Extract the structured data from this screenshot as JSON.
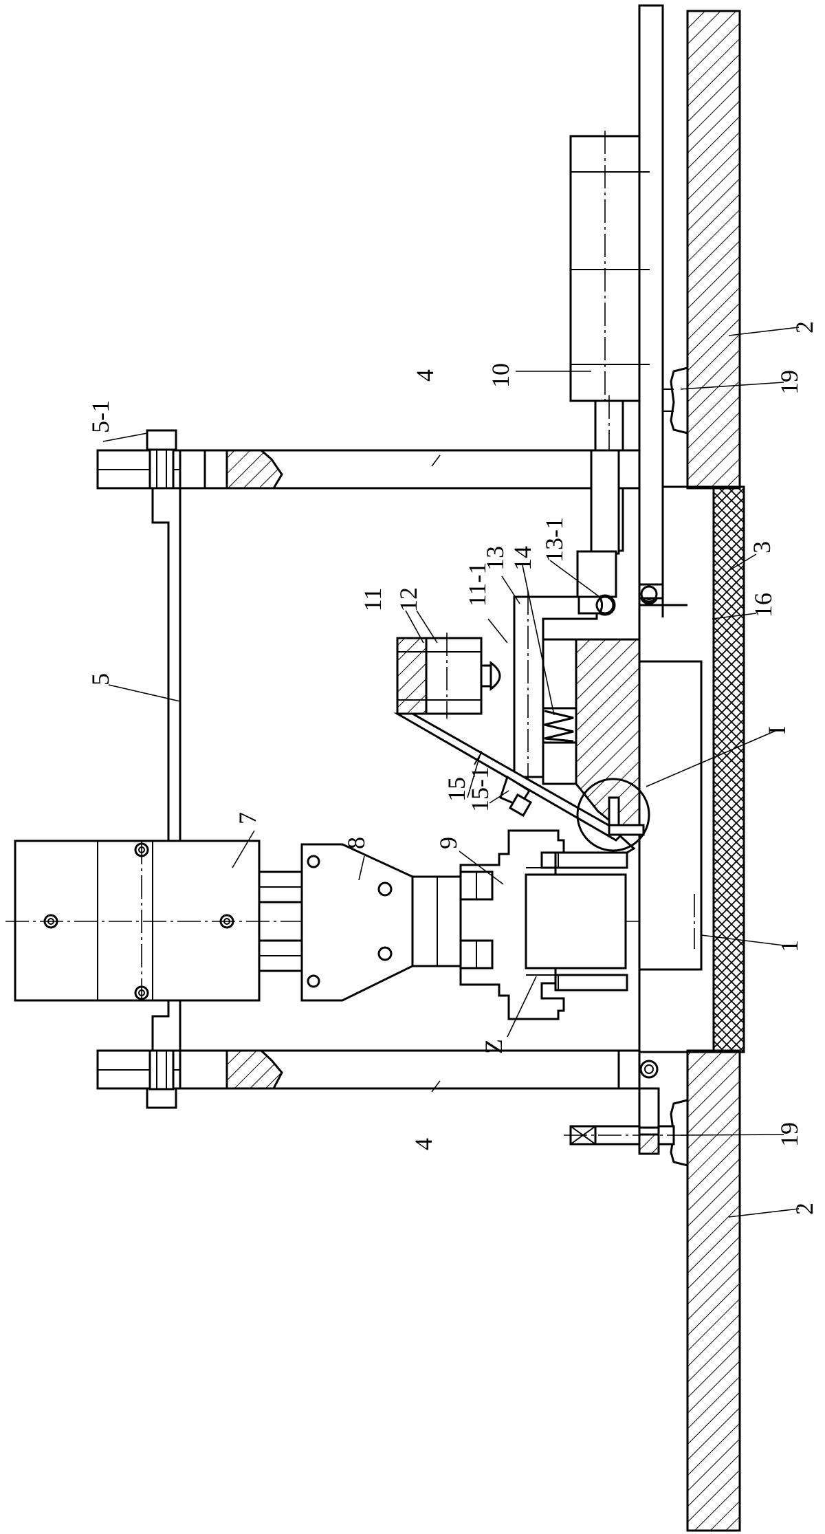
{
  "labels": {
    "l_2a": "2",
    "l_2b": "2",
    "l_3": "3",
    "l_4a": "4",
    "l_4b": "4",
    "l_5": "5",
    "l_5_1": "5-1",
    "l_7": "7",
    "l_8": "8",
    "l_9": "9",
    "l_10": "10",
    "l_11": "11",
    "l_11_1": "11-1",
    "l_12": "12",
    "l_13": "13",
    "l_13_1": "13-1",
    "l_14": "14",
    "l_15": "15",
    "l_15_1": "15-1",
    "l_16": "16",
    "l_1": "1",
    "l_I": "I",
    "l_Z": "Z",
    "l_19a": "19",
    "l_19b": "19"
  }
}
